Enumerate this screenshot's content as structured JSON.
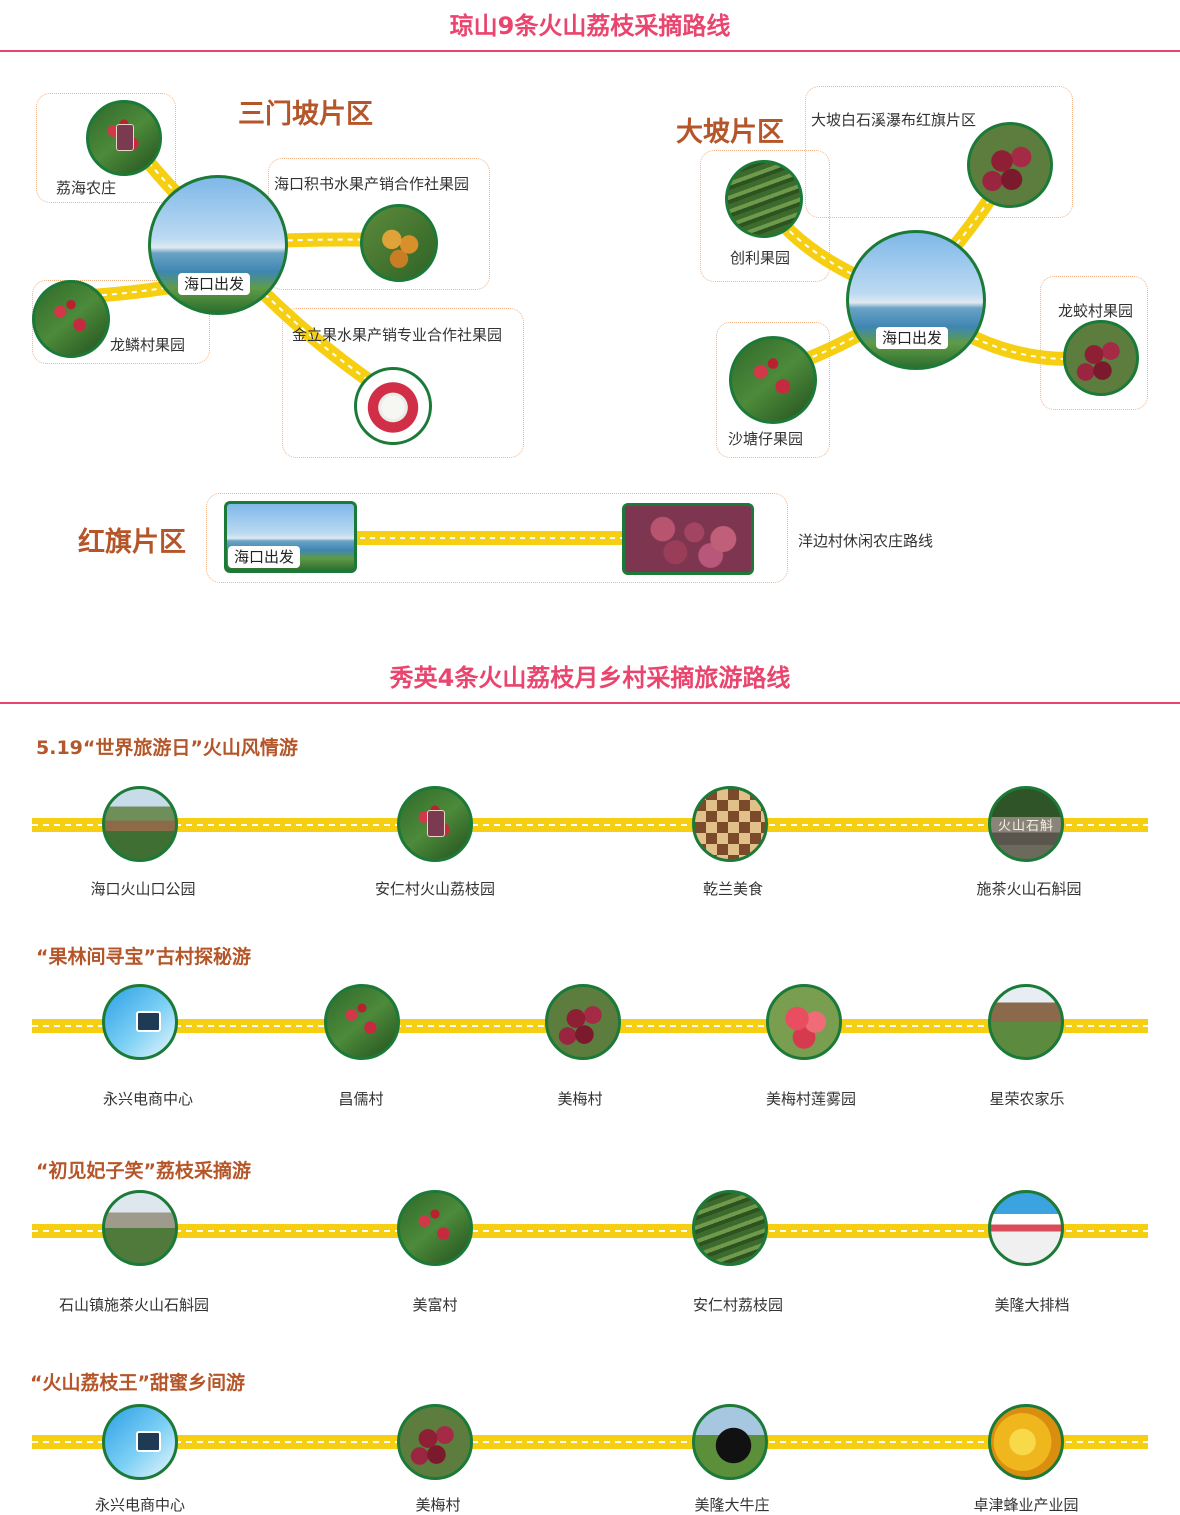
{
  "section1": {
    "title": "琼山9条火山荔枝采摘路线",
    "zones": {
      "sanmenpo": {
        "title": "三门坡片区",
        "start": "海口出发",
        "spots": [
          "荔海农庄",
          "海口积书水果产销合作社果园",
          "龙鳞村果园",
          "金立果水果产销专业合作社果园"
        ]
      },
      "dapo": {
        "title": "大坡片区",
        "start": "海口出发",
        "spots": [
          "大坡白石溪瀑布红旗片区",
          "创利果园",
          "龙蛟村果园",
          "沙塘仔果园"
        ]
      },
      "hongqi": {
        "title": "红旗片区",
        "start": "海口出发",
        "spots": [
          "洋边村休闲农庄路线"
        ]
      }
    }
  },
  "section2": {
    "title": "秀英4条火山荔枝月乡村采摘旅游路线",
    "routes": [
      {
        "title": "5.19“世界旅游日”火山风情游",
        "stops": [
          "海口火山口公园",
          "安仁村火山荔枝园",
          "乾兰美食",
          "施茶火山石斛园"
        ]
      },
      {
        "title": "“果林间寻宝”古村探秘游",
        "stops": [
          "永兴电商中心",
          "昌儒村",
          "美梅村",
          "美梅村莲雾园",
          "星荣农家乐"
        ]
      },
      {
        "title": "“初见妃子笑”荔枝采摘游",
        "stops": [
          "石山镇施茶火山石斛园",
          "美富村",
          "安仁村荔枝园",
          "美隆大排档"
        ]
      },
      {
        "title": "“火山荔枝王”甜蜜乡间游",
        "stops": [
          "永兴电商中心",
          "美梅村",
          "美隆大牛庄",
          "卓津蜂业产业园"
        ]
      }
    ]
  },
  "images": {
    "rock_sign": "火山石斛"
  },
  "colors": {
    "title_pink": "#e9456e",
    "zone_brown": "#b5562a",
    "road_yellow": "#f7cf12",
    "ring_green": "#1c7a38"
  }
}
